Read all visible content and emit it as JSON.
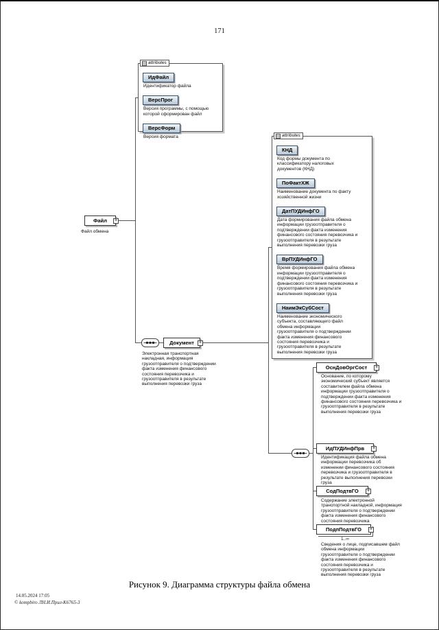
{
  "page": {
    "number": "171",
    "caption": "Рисунок 9. Диаграмма структуры файла обмена",
    "footer": {
      "timestamp": "14.05.2024 17:05",
      "stamp": "© kompbiro ЛН.И.Прил-К6765-3"
    }
  },
  "icons": {
    "expand_glyph": "+"
  },
  "colors": {
    "attribute_box_fill": "#b9c8d6",
    "box_border": "#38506b",
    "connector": "#555555"
  },
  "diagram": {
    "root": {
      "name": "Файл",
      "label": "Файл обмена"
    },
    "file_attributes": {
      "header": "attributes",
      "items": [
        {
          "name": "ИдФайл",
          "description": "Идентификатор файла"
        },
        {
          "name": "ВерсПрог",
          "description": "Версия программы, с помощью которой сформирован файл"
        },
        {
          "name": "ВерсФорм",
          "description": "Версия формата"
        }
      ]
    },
    "document": {
      "name": "Документ",
      "description": "Электронная транспортная накладная, информация грузоотправителя о подтверждении факта изменения финансового состояния перевозчика и грузоотправителя в результате выполнения перевозки груза"
    },
    "document_attributes": {
      "header": "attributes",
      "items": [
        {
          "name": "КНД",
          "description": "Код формы документа по классификатору налоговых документов (КНД)"
        },
        {
          "name": "ПоФактХЖ",
          "description": "Наименование документа по факту хозяйственной жизни"
        },
        {
          "name": "ДатПУДИнфГО",
          "description": "Дата формирования файла обмена информации грузоотправителя о подтверждении факта изменения финансового состояния перевозчика и грузоотправителя в результате выполнения перевозки груза"
        },
        {
          "name": "ВрПУДИнфГО",
          "description": "Время формирования файла обмена информации грузоотправителя о подтверждении факта изменения финансового состояния перевозчика и грузоотправителя в результате выполнения перевозки груза"
        },
        {
          "name": "НаимЭкСубСост",
          "description": "Наименование экономического субъекта, составляющего файл обмена информации грузоотправителя о подтверждении факта изменения финансового состояния перевозчика и грузоотправителя в результате выполнения перевозки груза"
        }
      ]
    },
    "document_children": [
      {
        "name": "ОснДовОргСост",
        "description": "Основание, по которому экономический субъект является составителем файла обмена информации грузоотправителя о подтверждении факта изменения финансового состояния перевозчика и грузоотправителя в результате выполнения перевозки груза"
      },
      {
        "name": "ИдПУДИнфПрв",
        "description": "Идентификация файла обмена информации перевозчика об изменении финансового состояния перевозчика и грузоотправителя в результате выполнения перевозки груза"
      },
      {
        "name": "СодПодтвГО",
        "description": "Содержание электронной транспортной накладной, информация грузоотправителя о подтверждении факта изменения финансового состояния перевозчика"
      },
      {
        "name": "ПодпПодтвГО",
        "multiplicity": "1..∞",
        "description": "Сведения о лице, подписавшем файл обмена информации грузоотправителя о подтверждении факта изменения финансового состояния перевозчика и грузоотправителя в результате выполнения перевозки груза"
      }
    ]
  }
}
